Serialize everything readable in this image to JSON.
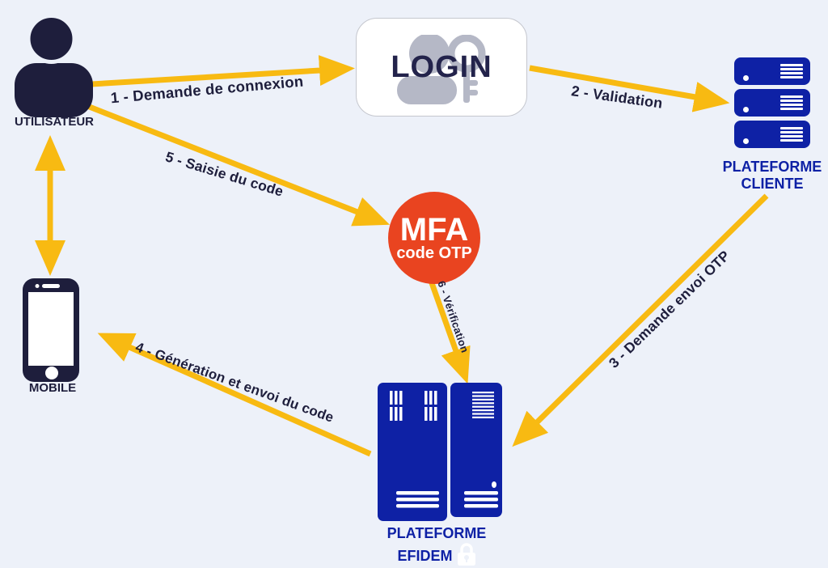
{
  "theme": {
    "background": "#edf1f9",
    "navy": "#1e1e3c",
    "blue": "#0e21a5",
    "arrow_yellow": "#f8ba12",
    "mfa_orange": "#e94420",
    "login_icon_gray": "#b5b8c6",
    "white": "#ffffff"
  },
  "icons": {
    "user-icon": "dark navy person silhouette",
    "user-key-icon": "gray person with key behind LOGIN text",
    "server-stack-icon": "three stacked blue rack servers",
    "smartphone-icon": "dark navy smartphone with white screen",
    "server-cabinet-icon": "two blue server cabinets",
    "padlock-icon": "white padlock next to EFIDEM label"
  },
  "nodes": {
    "user": {
      "label": "UTILISATEUR"
    },
    "login": {
      "label": "LOGIN"
    },
    "client_platform": {
      "label_line1": "PLATEFORME",
      "label_line2": "CLIENTE"
    },
    "mfa": {
      "title": "MFA",
      "subtitle": "code OTP"
    },
    "mobile": {
      "label": "MOBILE"
    },
    "efidem_platform": {
      "label_line1": "PLATEFORME",
      "label_line2": "EFIDEM"
    }
  },
  "arrows": {
    "step1": {
      "label": "1 - Demande de connexion",
      "from": "user",
      "to": "login"
    },
    "step2": {
      "label": "2 - Validation",
      "from": "login",
      "to": "client_platform"
    },
    "step3": {
      "label": "3 - Demande envoi OTP",
      "from": "client_platform",
      "to": "efidem_platform"
    },
    "step4": {
      "label": "4 - Génération et envoi du code",
      "from": "efidem_platform",
      "to": "mobile"
    },
    "step5": {
      "label": "5 - Saisie du code",
      "from": "user",
      "to": "mfa"
    },
    "step6": {
      "label": "6 - Vérification",
      "from": "mfa",
      "to": "efidem_platform"
    },
    "user_mobile_link": {
      "label": "",
      "from": "user",
      "to": "mobile",
      "bidirectional": true
    }
  }
}
